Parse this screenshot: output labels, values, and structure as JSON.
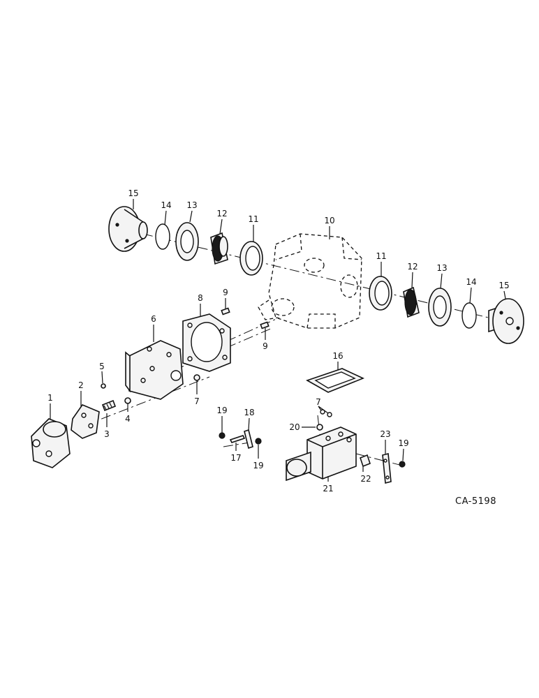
{
  "diagram": {
    "drawing_id": "CA-5198",
    "callouts": {
      "c1": "1",
      "c2": "2",
      "c3": "3",
      "c4": "4",
      "c5": "5",
      "c6": "6",
      "c7a": "7",
      "c7b": "7",
      "c8": "8",
      "c9a": "9",
      "c9b": "9",
      "c10": "10",
      "c11a": "11",
      "c11b": "11",
      "c12a": "12",
      "c12b": "12",
      "c13a": "13",
      "c13b": "13",
      "c14a": "14",
      "c14b": "14",
      "c15a": "15",
      "c15b": "15",
      "c16": "16",
      "c17": "17",
      "c18": "18",
      "c19a": "19",
      "c19b": "19",
      "c19c": "19",
      "c20": "20",
      "c21": "21",
      "c22": "22",
      "c23": "23"
    }
  }
}
